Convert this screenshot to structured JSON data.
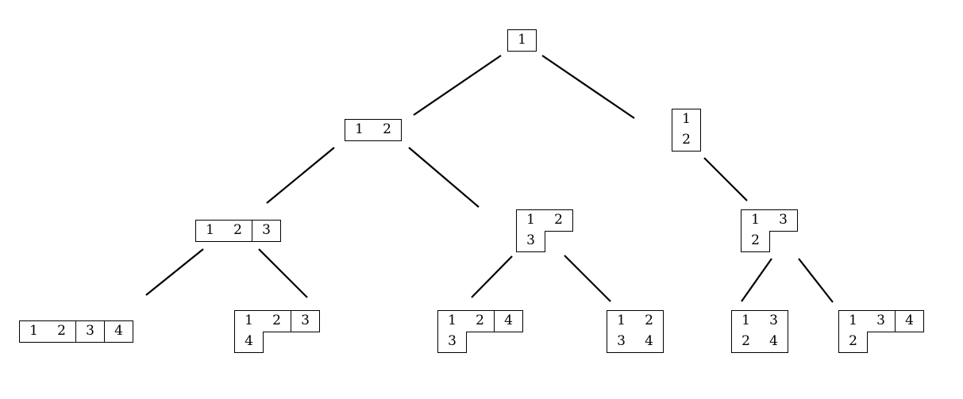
{
  "diagram": {
    "type": "tree of Young tableaux",
    "line_color": "#000000",
    "nodes": [
      {
        "id": "root",
        "rows": [
          [
            "1"
          ]
        ]
      },
      {
        "id": "n12",
        "rows": [
          [
            "1",
            "2"
          ]
        ]
      },
      {
        "id": "n1_2",
        "rows": [
          [
            "1"
          ],
          [
            "2"
          ]
        ]
      },
      {
        "id": "n123",
        "rows": [
          [
            "1",
            "2",
            "3"
          ]
        ]
      },
      {
        "id": "n12_3",
        "rows": [
          [
            "1",
            "2"
          ],
          [
            "3"
          ]
        ]
      },
      {
        "id": "n13_2",
        "rows": [
          [
            "1",
            "3"
          ],
          [
            "2"
          ]
        ]
      },
      {
        "id": "n1234",
        "rows": [
          [
            "1",
            "2",
            "3",
            "4"
          ]
        ]
      },
      {
        "id": "n123_4",
        "rows": [
          [
            "1",
            "2",
            "3"
          ],
          [
            "4"
          ]
        ]
      },
      {
        "id": "n124_3",
        "rows": [
          [
            "1",
            "2",
            "4"
          ],
          [
            "3"
          ]
        ]
      },
      {
        "id": "n12_34",
        "rows": [
          [
            "1",
            "2"
          ],
          [
            "3",
            "4"
          ]
        ]
      },
      {
        "id": "n13_24",
        "rows": [
          [
            "1",
            "3"
          ],
          [
            "2",
            "4"
          ]
        ]
      },
      {
        "id": "n134_2",
        "rows": [
          [
            "1",
            "3",
            "4"
          ],
          [
            "2"
          ]
        ]
      }
    ],
    "edges": [
      {
        "from": "root",
        "to": "n12"
      },
      {
        "from": "root",
        "to": "n1_2"
      },
      {
        "from": "n12",
        "to": "n123"
      },
      {
        "from": "n12",
        "to": "n12_3"
      },
      {
        "from": "n1_2",
        "to": "n13_2"
      },
      {
        "from": "n123",
        "to": "n1234"
      },
      {
        "from": "n123",
        "to": "n123_4"
      },
      {
        "from": "n12_3",
        "to": "n124_3"
      },
      {
        "from": "n12_3",
        "to": "n12_34"
      },
      {
        "from": "n13_2",
        "to": "n13_24"
      },
      {
        "from": "n13_2",
        "to": "n134_2"
      }
    ]
  }
}
